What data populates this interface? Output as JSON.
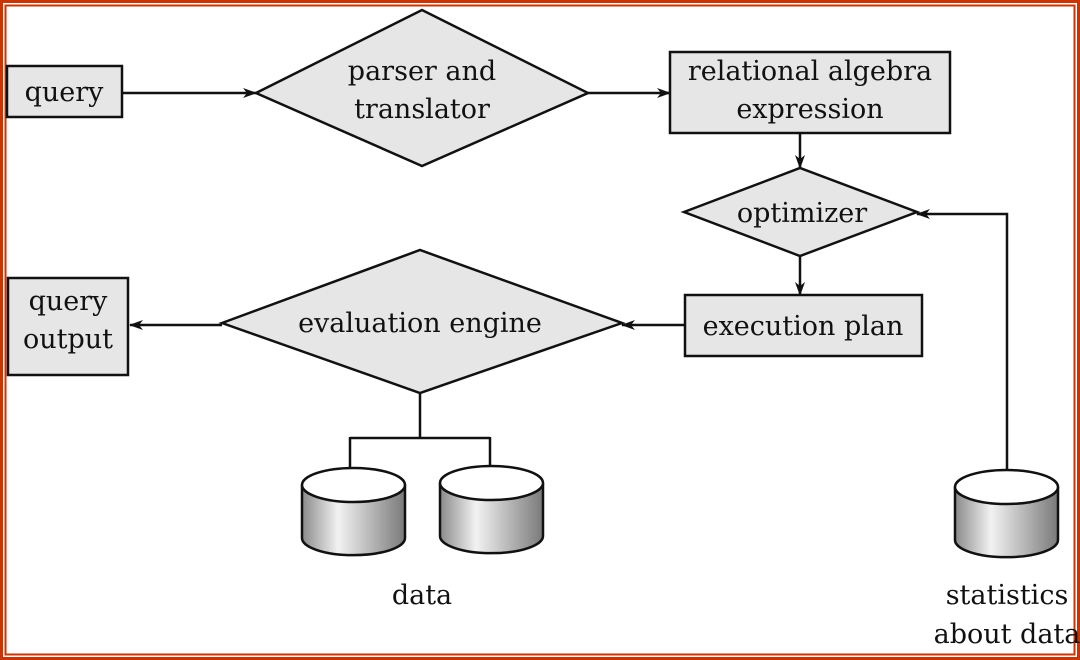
{
  "colors": {
    "frame": "#cc3300",
    "node_fill": "#e6e6e6"
  },
  "nodes": {
    "query": "query",
    "parser_line1": "parser and",
    "parser_line2": "translator",
    "relalg_line1": "relational algebra",
    "relalg_line2": "expression",
    "optimizer": "optimizer",
    "execution_plan": "execution plan",
    "evaluation_engine": "evaluation engine",
    "output_line1": "query",
    "output_line2": "output"
  },
  "storage": {
    "data_label": "data",
    "stats_line1": "statistics",
    "stats_line2": "about data"
  }
}
